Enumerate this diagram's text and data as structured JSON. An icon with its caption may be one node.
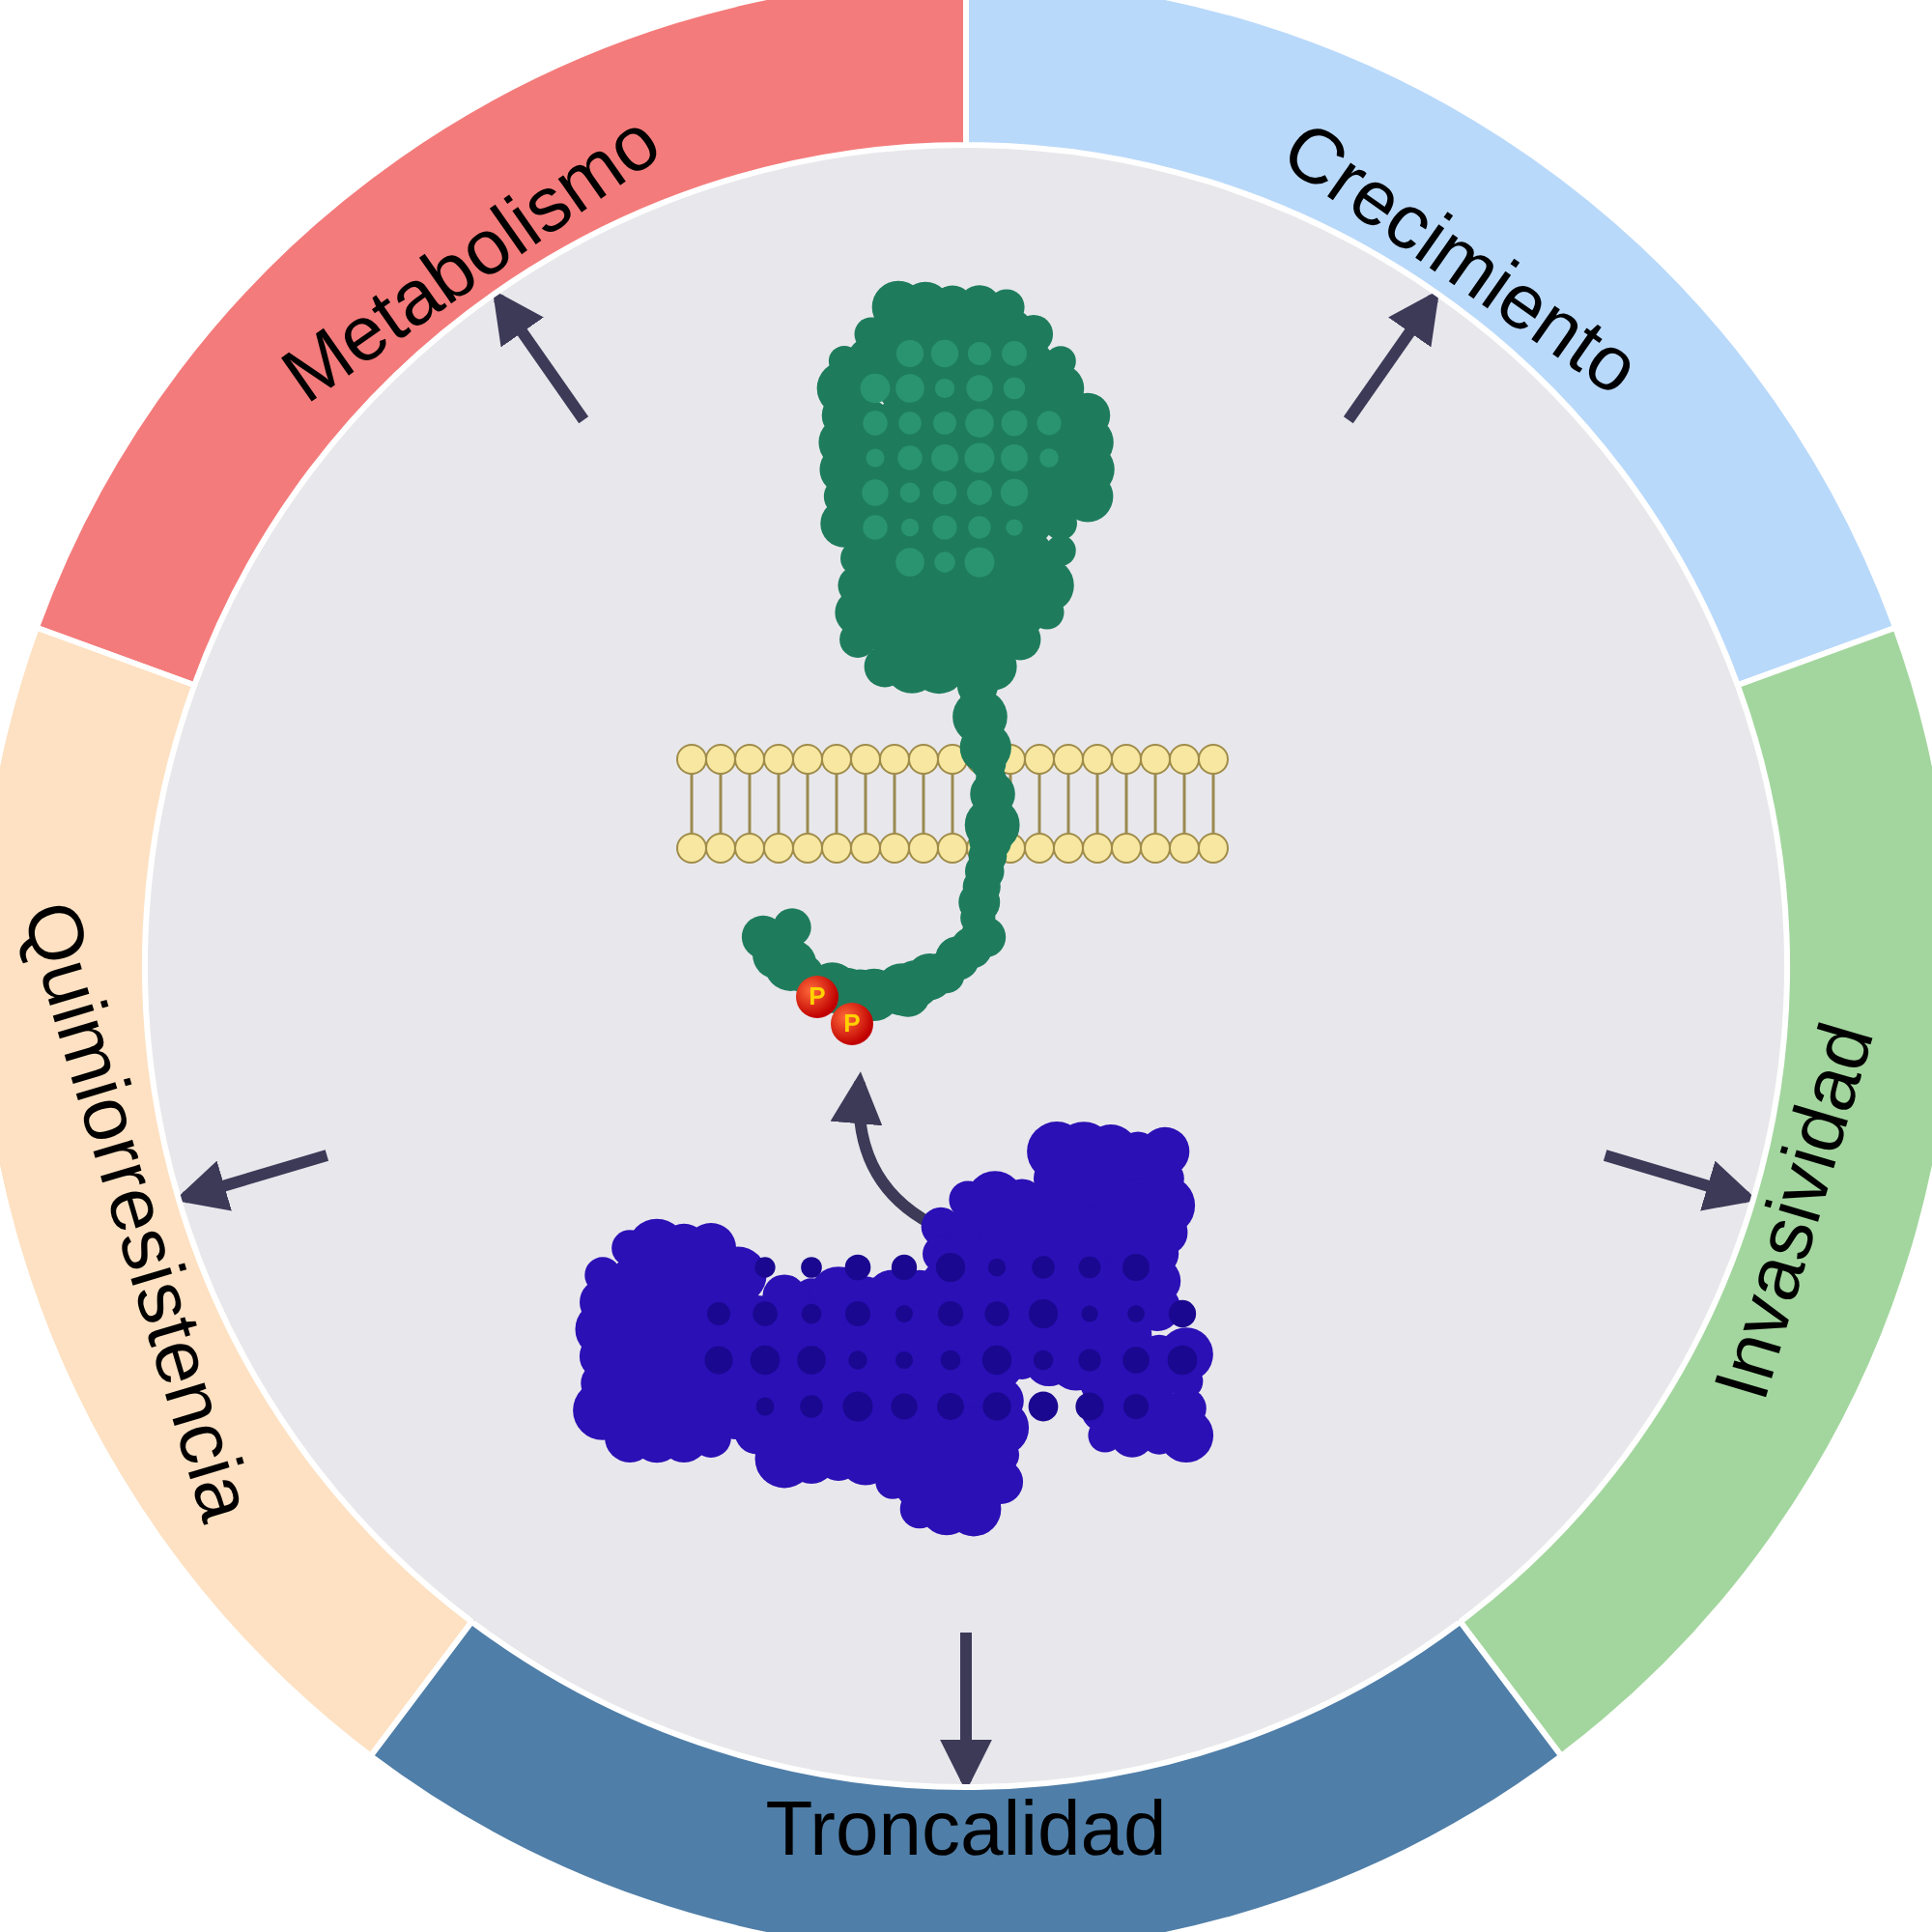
{
  "diagram": {
    "nodes": [
      {
        "text": [
          "Metabolismo"
        ]
      },
      {
        "text": [
          "Crecimiento"
        ]
      },
      {
        "text": [
          "Quimiorresistencia"
        ]
      },
      {
        "text": [
          "Invasividad"
        ]
      },
      {
        "text": [
          "Troncalidad"
        ]
      },
      {
        "text": [],
        "shape": "picture"
      },
      {
        "text": [],
        "shape": "picture"
      }
    ],
    "edges": [
      {
        "from": null,
        "to": 0,
        "arrow": "to"
      },
      {
        "from": null,
        "to": 1,
        "arrow": "to"
      },
      {
        "from": null,
        "to": 2,
        "arrow": "to"
      },
      {
        "from": null,
        "to": 3,
        "arrow": "to"
      },
      {
        "from": null,
        "to": 4,
        "arrow": "to"
      },
      {
        "from": 6,
        "to": 5,
        "arrow": "to"
      }
    ],
    "labels": [
      "P",
      "P"
    ]
  }
}
